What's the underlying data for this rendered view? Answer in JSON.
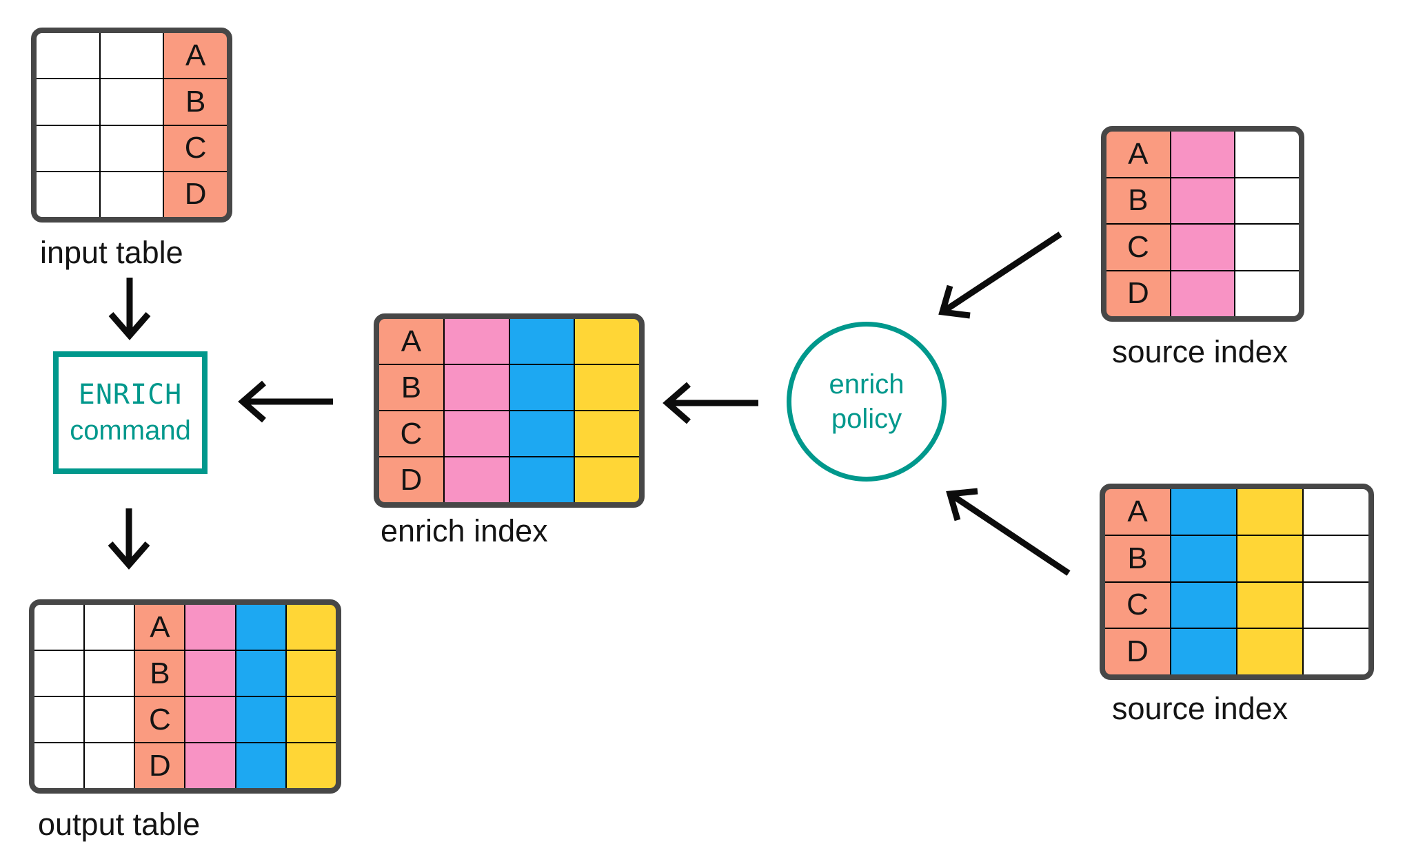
{
  "palette": {
    "salmon": "#FA9B80",
    "pink": "#F893C4",
    "blue": "#1DA8F2",
    "yellow": "#FFD636",
    "teal": "#00988C",
    "frame": "#474747"
  },
  "tables": {
    "input": {
      "label": "input table",
      "columns": [
        "white",
        "white",
        "salmon"
      ],
      "letter_col": 2,
      "letters": [
        "A",
        "B",
        "C",
        "D"
      ]
    },
    "enrich_index": {
      "label": "enrich index",
      "columns": [
        "salmon",
        "pink",
        "blue",
        "yellow"
      ],
      "letter_col": 0,
      "letters": [
        "A",
        "B",
        "C",
        "D"
      ]
    },
    "output": {
      "label": "output table",
      "columns": [
        "white",
        "white",
        "salmon",
        "pink",
        "blue",
        "yellow"
      ],
      "letter_col": 2,
      "letters": [
        "A",
        "B",
        "C",
        "D"
      ]
    },
    "source_top": {
      "label": "source index",
      "columns": [
        "salmon",
        "pink",
        "white"
      ],
      "letter_col": 0,
      "letters": [
        "A",
        "B",
        "C",
        "D"
      ]
    },
    "source_bottom": {
      "label": "source index",
      "columns": [
        "salmon",
        "blue",
        "yellow",
        "white"
      ],
      "letter_col": 0,
      "letters": [
        "A",
        "B",
        "C",
        "D"
      ]
    }
  },
  "nodes": {
    "enrich_command": {
      "line1": "ENRICH",
      "line2": "command"
    },
    "enrich_policy": {
      "line1": "enrich",
      "line2": "policy"
    }
  }
}
